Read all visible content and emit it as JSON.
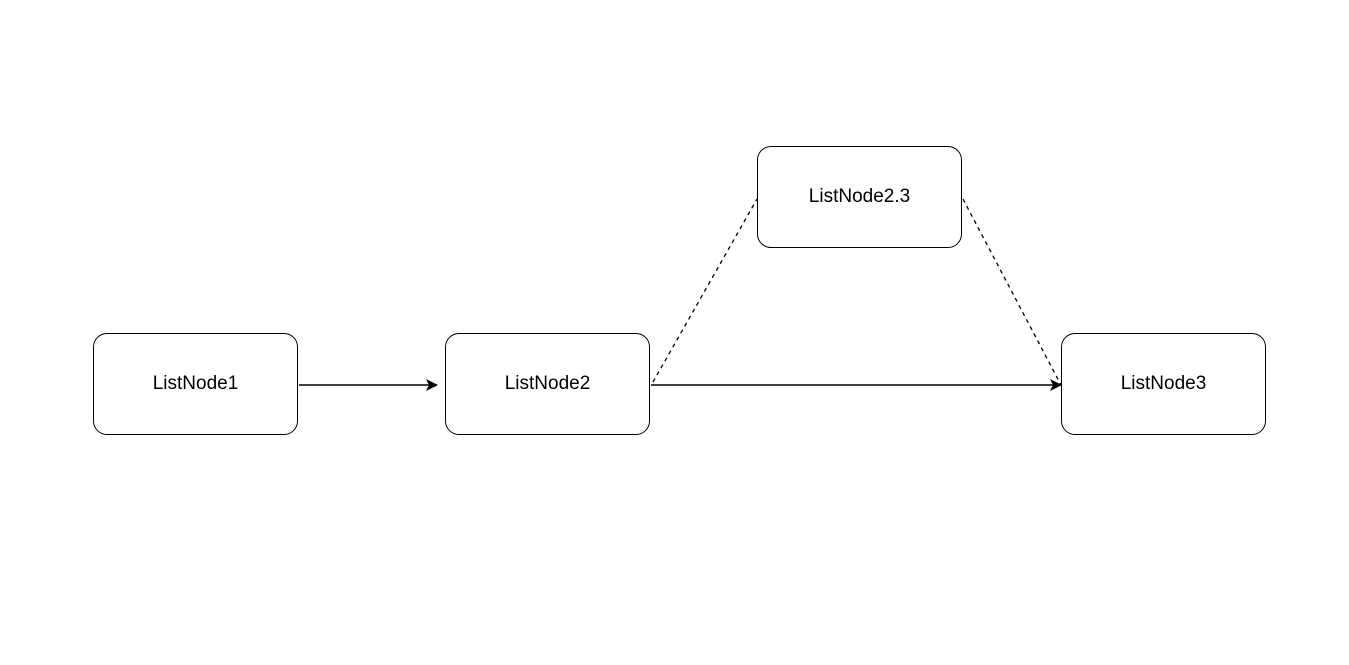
{
  "diagram": {
    "nodes": [
      {
        "id": "node1",
        "label": "ListNode1"
      },
      {
        "id": "node2",
        "label": "ListNode2"
      },
      {
        "id": "node3",
        "label": "ListNode3"
      },
      {
        "id": "node23",
        "label": "ListNode2.3"
      }
    ],
    "edges": [
      {
        "from": "node1",
        "to": "node2",
        "style": "solid",
        "arrow": true
      },
      {
        "from": "node2",
        "to": "node3",
        "style": "solid",
        "arrow": true
      },
      {
        "from": "node2",
        "to": "node23",
        "style": "dashed",
        "arrow": false
      },
      {
        "from": "node23",
        "to": "node3",
        "style": "dashed",
        "arrow": false
      }
    ],
    "colors": {
      "stroke": "#000000",
      "fill": "#ffffff",
      "text": "#000000"
    }
  }
}
